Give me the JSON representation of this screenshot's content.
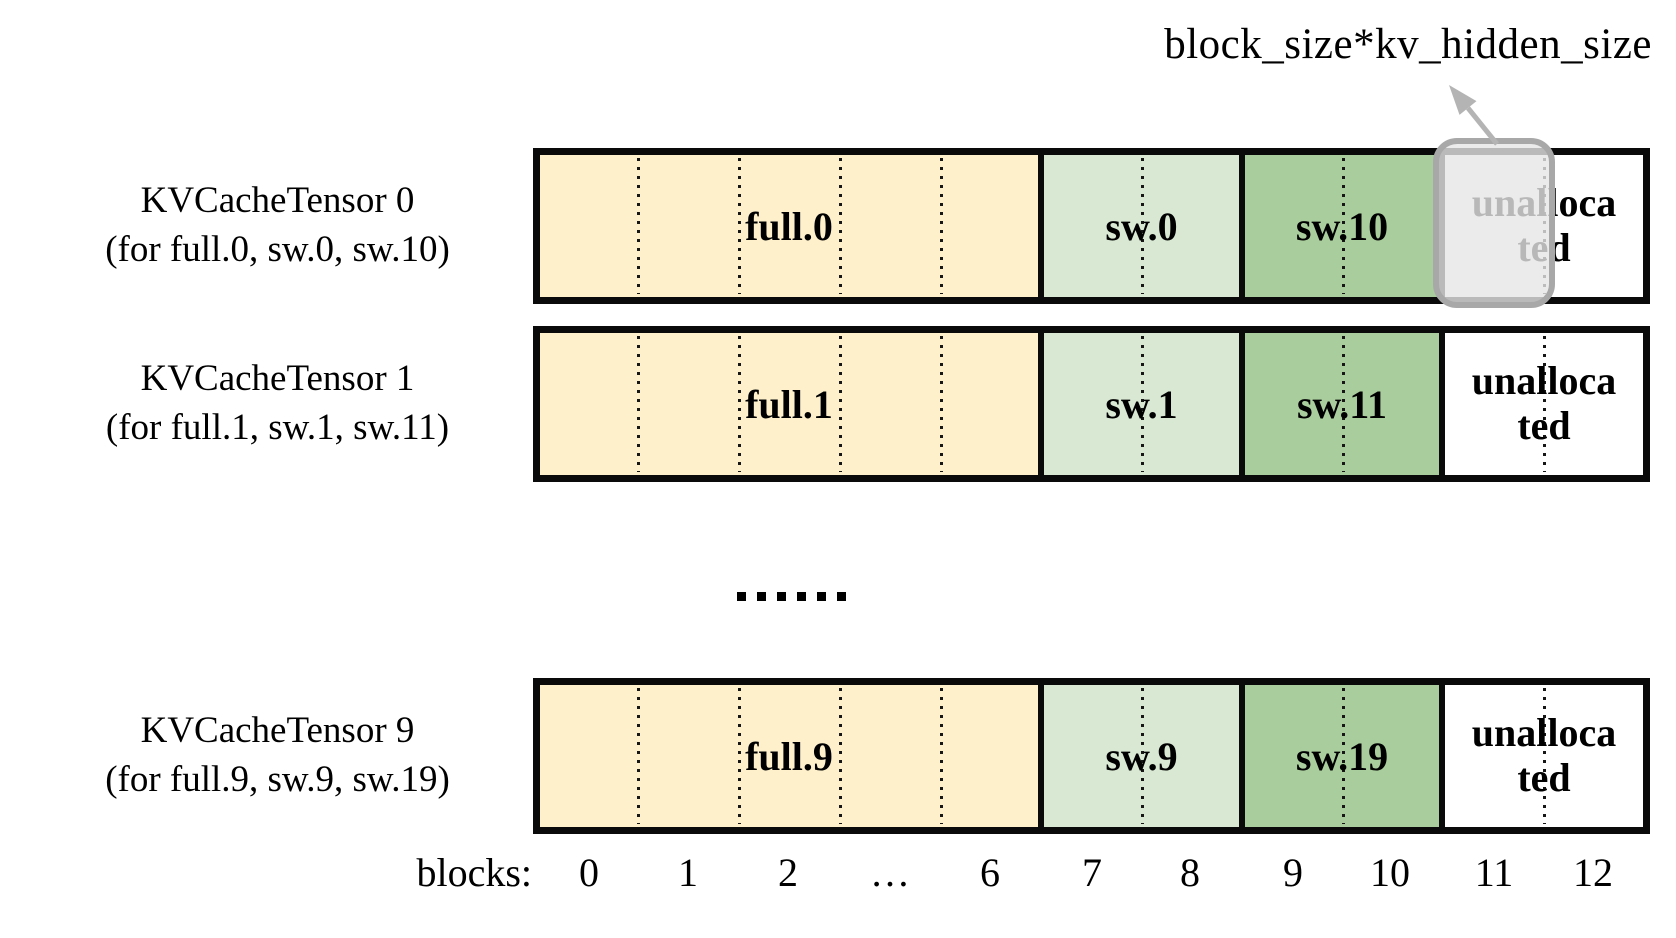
{
  "annotation": {
    "label": "block_size*kv_hidden_size"
  },
  "rows": [
    {
      "name": "KVCacheTensor 0",
      "subtitle": "(for full.0, sw.0, sw.10)",
      "sections": {
        "full": "full.0",
        "sw": "sw.0",
        "sw2": "sw.10",
        "unallocated": "unallocated"
      },
      "highlighted": true
    },
    {
      "name": "KVCacheTensor 1",
      "subtitle": "(for full.1, sw.1, sw.11)",
      "sections": {
        "full": "full.1",
        "sw": "sw.1",
        "sw2": "sw.11",
        "unallocated": "unallocated"
      },
      "highlighted": false
    },
    {
      "name": "KVCacheTensor 9",
      "subtitle": "(for full.9, sw.9, sw.19)",
      "sections": {
        "full": "full.9",
        "sw": "sw.9",
        "sw2": "sw.19",
        "unallocated": "unallocated"
      },
      "highlighted": false
    }
  ],
  "ellipsis": "......",
  "axis": {
    "title": "blocks:",
    "labels": [
      "0",
      "1",
      "2",
      "…",
      "6",
      "7",
      "8",
      "9",
      "10",
      "11",
      "12"
    ]
  },
  "colors": {
    "full": "#fdf0cb",
    "sw": "#d8e8d3",
    "sw2": "#a9cd9c",
    "unallocated": "#ffffff",
    "border": "#0a0a0a",
    "highlight_fill": "#e6e6e6",
    "highlight_border": "#a8a8a8",
    "arrow": "#b4b4b4"
  }
}
